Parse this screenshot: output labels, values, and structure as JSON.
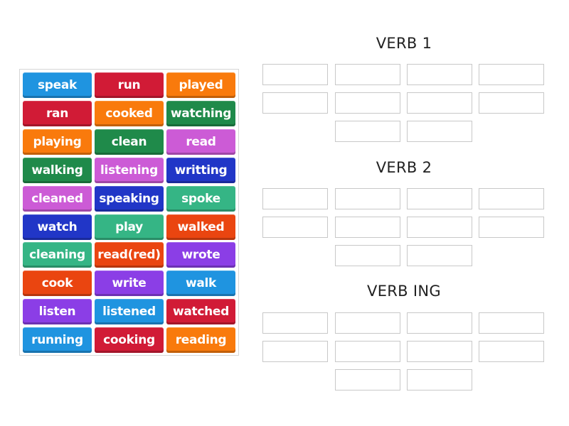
{
  "tiles": [
    {
      "label": "speak",
      "color": "#1f94e0"
    },
    {
      "label": "run",
      "color": "#d11b36"
    },
    {
      "label": "played",
      "color": "#f97a0c"
    },
    {
      "label": "ran",
      "color": "#d11b36"
    },
    {
      "label": "cooked",
      "color": "#f97a0c"
    },
    {
      "label": "watching",
      "color": "#1f8a4a"
    },
    {
      "label": "playing",
      "color": "#f97a0c"
    },
    {
      "label": "clean",
      "color": "#1f8a4a"
    },
    {
      "label": "read",
      "color": "#cc5bd6"
    },
    {
      "label": "walking",
      "color": "#1f8a4a"
    },
    {
      "label": "listening",
      "color": "#cc5bd6"
    },
    {
      "label": "writting",
      "color": "#2136c7"
    },
    {
      "label": "cleaned",
      "color": "#cc5bd6"
    },
    {
      "label": "speaking",
      "color": "#2136c7"
    },
    {
      "label": "spoke",
      "color": "#35b585"
    },
    {
      "label": "watch",
      "color": "#2136c7"
    },
    {
      "label": "play",
      "color": "#35b585"
    },
    {
      "label": "walked",
      "color": "#ea4510"
    },
    {
      "label": "cleaning",
      "color": "#35b585"
    },
    {
      "label": "read(red)",
      "color": "#ea4510"
    },
    {
      "label": "wrote",
      "color": "#8b3ee6"
    },
    {
      "label": "cook",
      "color": "#ea4510"
    },
    {
      "label": "write",
      "color": "#8b3ee6"
    },
    {
      "label": "walk",
      "color": "#1f94e0"
    },
    {
      "label": "listen",
      "color": "#8b3ee6"
    },
    {
      "label": "listened",
      "color": "#1f94e0"
    },
    {
      "label": "watched",
      "color": "#d11b36"
    },
    {
      "label": "running",
      "color": "#1f94e0"
    },
    {
      "label": "cooking",
      "color": "#d11b36"
    },
    {
      "label": "reading",
      "color": "#f97a0c"
    }
  ],
  "groups": [
    {
      "title": "VERB 1",
      "slots": 10
    },
    {
      "title": "VERB 2",
      "slots": 10
    },
    {
      "title": "VERB ING",
      "slots": 10
    }
  ]
}
